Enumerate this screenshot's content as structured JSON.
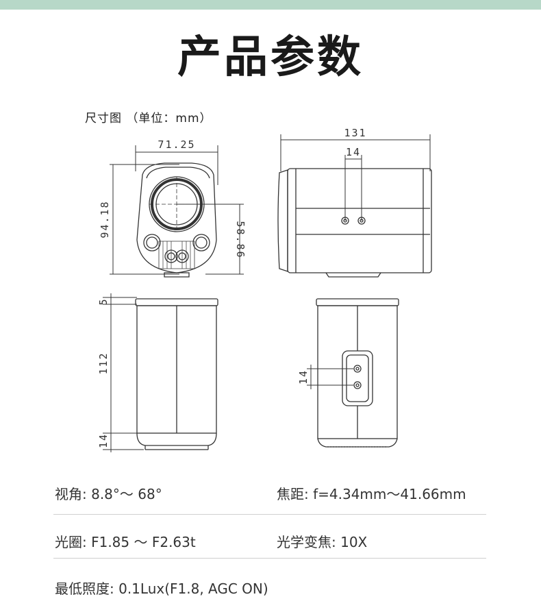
{
  "title": "产品参数",
  "drawing": {
    "caption": "尺寸图 （单位：mm）",
    "dim_width": "71.25",
    "dim_height": "94.18",
    "dim_offset": "58.86",
    "dim_length": "131",
    "dim_holes_side": "14",
    "dim_top_margin": "5",
    "dim_body": "112",
    "dim_bottom_margin": "14",
    "dim_holes_bottom": "14"
  },
  "specs": {
    "view_angle": "视角: 8.8°～ 68°",
    "focal_length": "焦距: f=4.34mm～41.66mm",
    "aperture": "光圈: F1.85 ～ F2.63t",
    "optical_zoom": "光学变焦: 10X",
    "min_illumination": "最低照度: 0.1Lux(F1.8, AGC ON)"
  }
}
